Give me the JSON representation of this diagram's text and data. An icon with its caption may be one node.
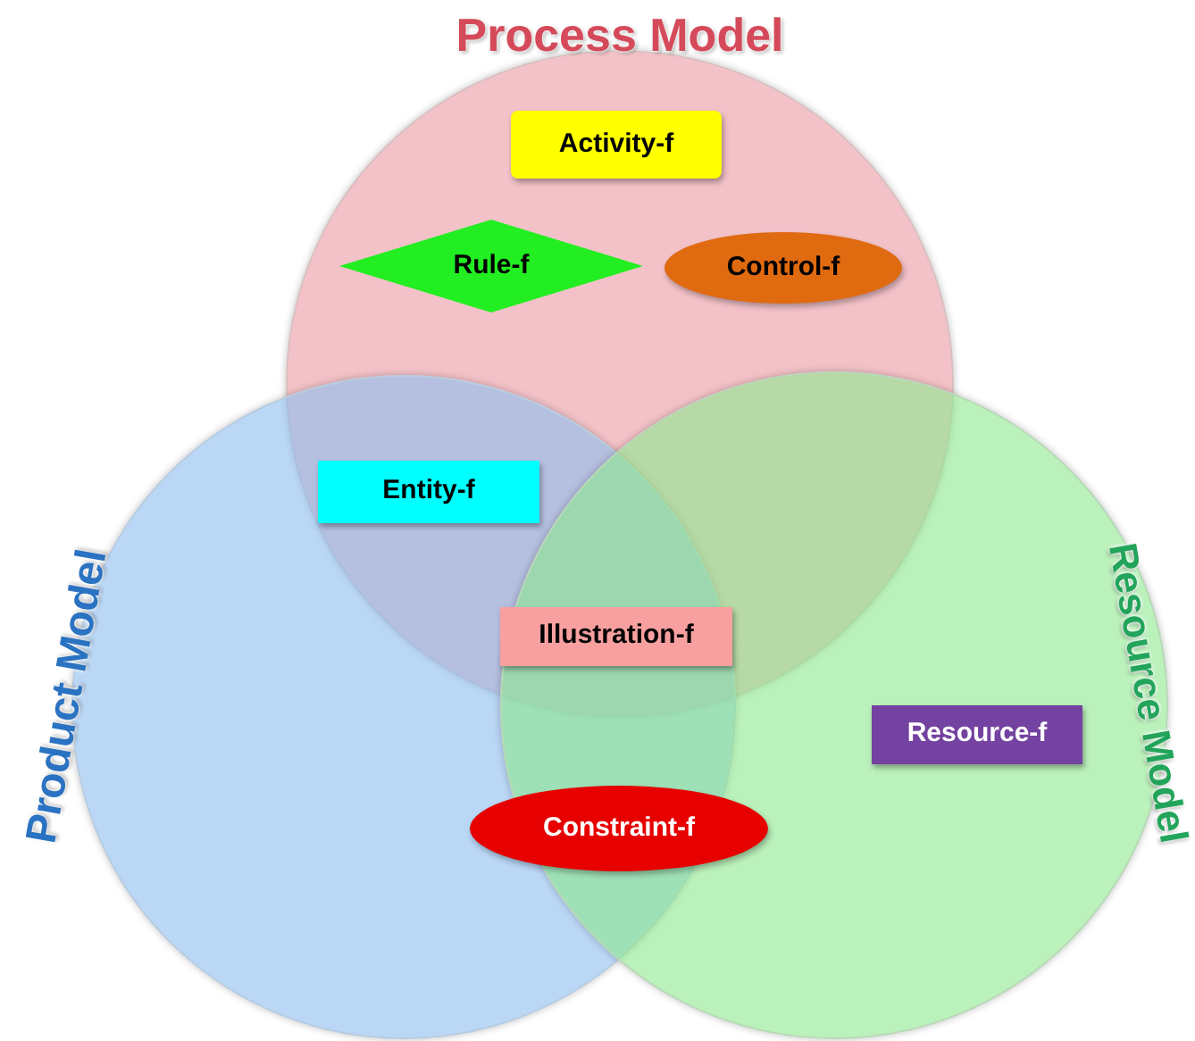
{
  "diagram": {
    "nodes": [
      {
        "text": [
          "Process Model"
        ]
      },
      {
        "text": [
          "Activity-f"
        ],
        "in": 0
      },
      {
        "text": [
          "Rule-f"
        ],
        "in": 0
      },
      {
        "text": [
          "Control-f"
        ],
        "in": 0
      },
      {
        "text": [
          "Entity-f"
        ]
      },
      {
        "text": [
          "Illustration-f"
        ]
      },
      {
        "text": [
          "Product Model"
        ]
      },
      {
        "text": [
          "Resource Model"
        ]
      },
      {
        "text": [
          "Resource-f"
        ],
        "in": 7
      },
      {
        "text": [
          "Constraint-f"
        ]
      }
    ]
  }
}
